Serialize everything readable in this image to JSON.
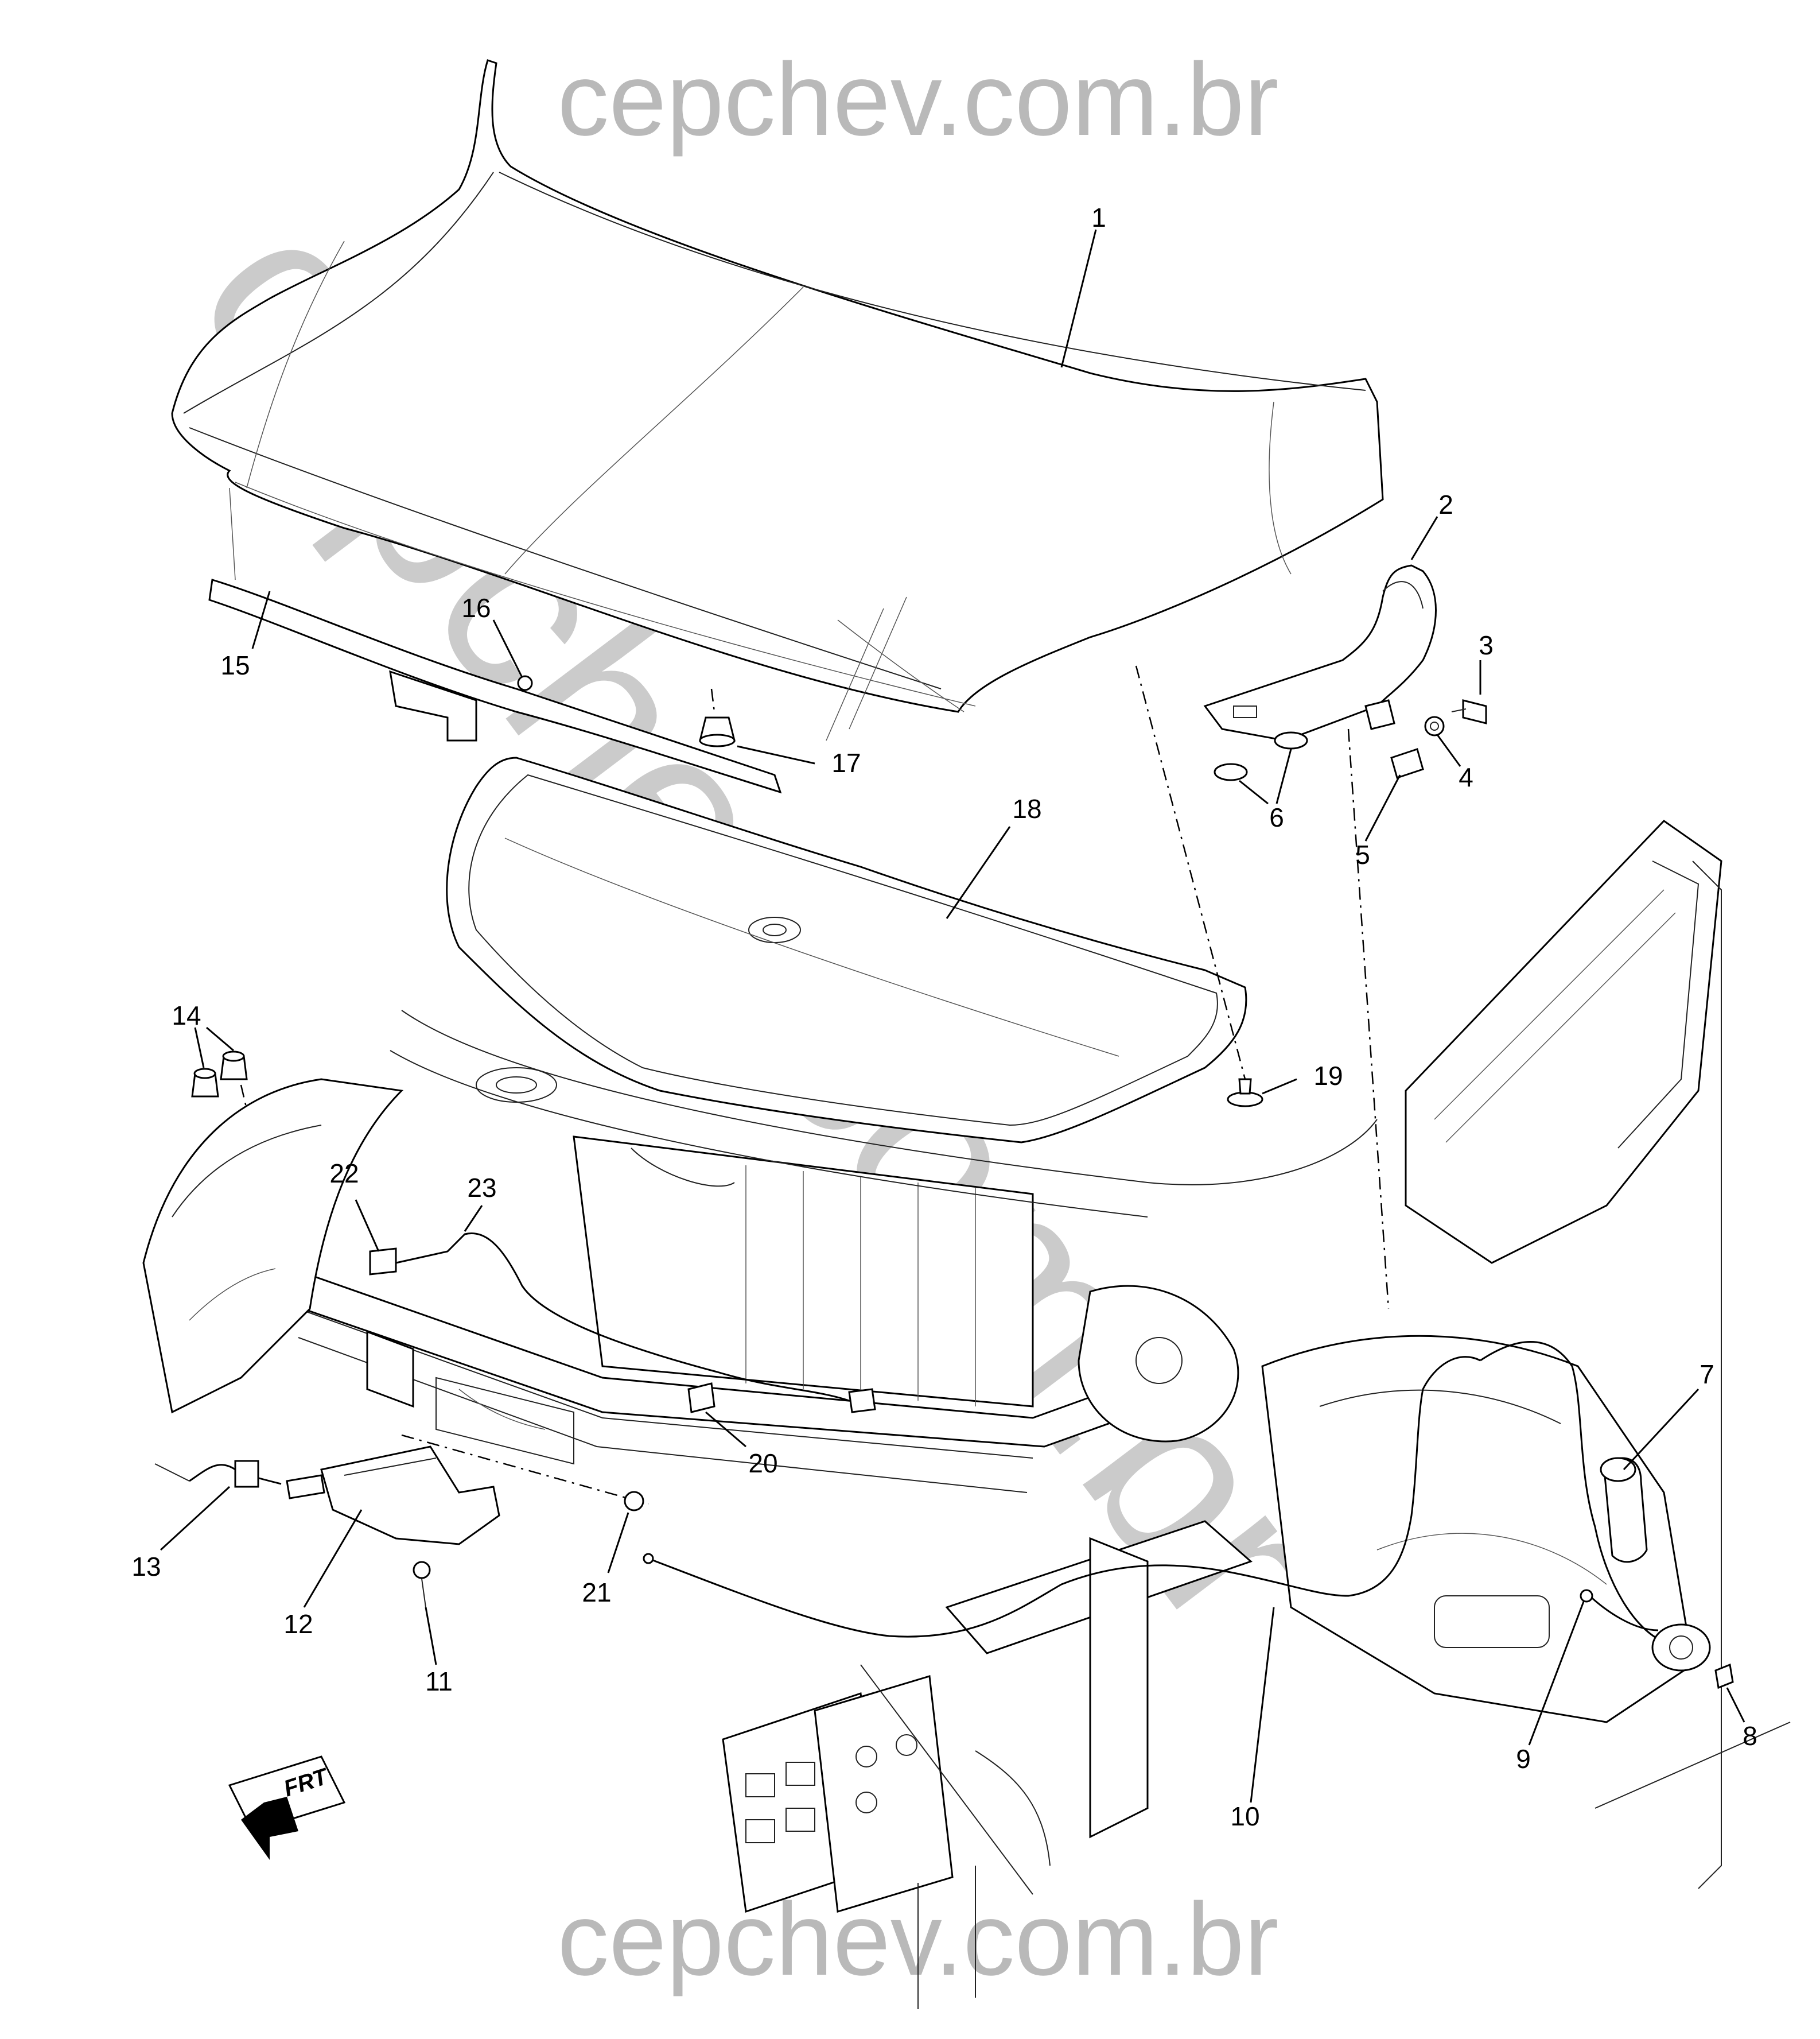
{
  "watermark": {
    "top": "cepchev.com.br",
    "bottom": "cepchev.com.br",
    "diagonal": "cepchev.com.br"
  },
  "badge": {
    "label": "FRT"
  },
  "callouts": [
    "1",
    "2",
    "3",
    "4",
    "5",
    "6",
    "7",
    "8",
    "9",
    "10",
    "11",
    "12",
    "13",
    "14",
    "15",
    "16",
    "17",
    "18",
    "19",
    "20",
    "21",
    "22",
    "23"
  ]
}
